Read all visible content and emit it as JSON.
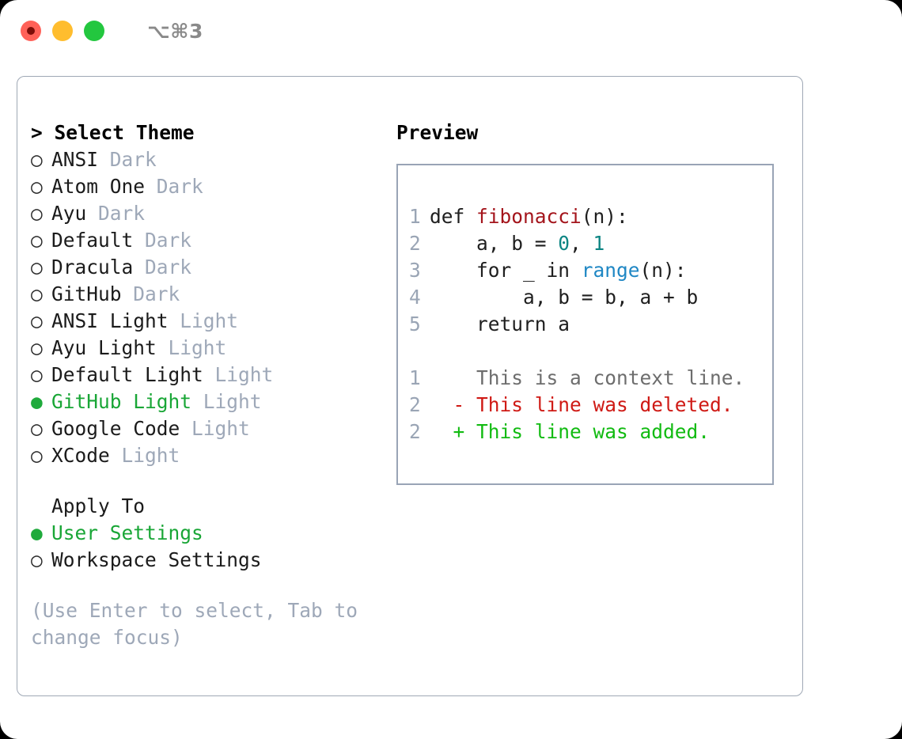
{
  "titlebar": {
    "shortcut": "⌥⌘3",
    "buttons": [
      {
        "name": "close-button",
        "color": "#ff6158"
      },
      {
        "name": "minimize-button",
        "color": "#ffbd2e"
      },
      {
        "name": "maximize-button",
        "color": "#23c73f"
      }
    ]
  },
  "theme_panel": {
    "header": "> Select Theme",
    "items": [
      {
        "bullet": "○",
        "name": "ANSI",
        "suffix": " Dark",
        "selected": false
      },
      {
        "bullet": "○",
        "name": "Atom One",
        "suffix": " Dark",
        "selected": false
      },
      {
        "bullet": "○",
        "name": "Ayu",
        "suffix": " Dark",
        "selected": false
      },
      {
        "bullet": "○",
        "name": "Default",
        "suffix": " Dark",
        "selected": false
      },
      {
        "bullet": "○",
        "name": "Dracula",
        "suffix": " Dark",
        "selected": false
      },
      {
        "bullet": "○",
        "name": "GitHub",
        "suffix": " Dark",
        "selected": false
      },
      {
        "bullet": "○",
        "name": "ANSI Light",
        "suffix": " Light",
        "selected": false
      },
      {
        "bullet": "○",
        "name": "Ayu Light",
        "suffix": " Light",
        "selected": false
      },
      {
        "bullet": "○",
        "name": "Default Light",
        "suffix": " Light",
        "selected": false
      },
      {
        "bullet": "●",
        "name": "GitHub Light",
        "suffix": " Light",
        "selected": true
      },
      {
        "bullet": "○",
        "name": "Google Code",
        "suffix": " Light",
        "selected": false
      },
      {
        "bullet": "○",
        "name": "XCode",
        "suffix": " Light",
        "selected": false
      }
    ]
  },
  "apply_to": {
    "title": "Apply To",
    "options": [
      {
        "bullet": "●",
        "label": "User Settings",
        "selected": true
      },
      {
        "bullet": "○",
        "label": "Workspace Settings",
        "selected": false
      }
    ]
  },
  "hint": "(Use Enter to select, Tab to change focus)",
  "preview": {
    "title": "Preview",
    "code_lines": [
      {
        "num": "1",
        "segments": [
          {
            "text": "def ",
            "kind": "plain"
          },
          {
            "text": "fibonacci",
            "kind": "fn"
          },
          {
            "text": "(n):",
            "kind": "plain"
          }
        ]
      },
      {
        "num": "2",
        "segments": [
          {
            "text": "    a, b = ",
            "kind": "plain"
          },
          {
            "text": "0",
            "kind": "num"
          },
          {
            "text": ", ",
            "kind": "plain"
          },
          {
            "text": "1",
            "kind": "num"
          }
        ]
      },
      {
        "num": "3",
        "segments": [
          {
            "text": "    for _ in ",
            "kind": "plain"
          },
          {
            "text": "range",
            "kind": "call"
          },
          {
            "text": "(n):",
            "kind": "plain"
          }
        ]
      },
      {
        "num": "4",
        "segments": [
          {
            "text": "        a, b = b, a + b",
            "kind": "plain"
          }
        ]
      },
      {
        "num": "5",
        "segments": [
          {
            "text": "    return a",
            "kind": "plain"
          }
        ]
      }
    ],
    "diff_lines": [
      {
        "num": "1",
        "marker": "  ",
        "text": "This is a context line.",
        "kind": "ctx"
      },
      {
        "num": "2",
        "marker": "- ",
        "text": "This line was deleted.",
        "kind": "del"
      },
      {
        "num": "2",
        "marker": "+ ",
        "text": "This line was added.",
        "kind": "add"
      }
    ]
  },
  "colors": {
    "accent_green": "#19a636",
    "muted": "#9ea8b8",
    "border": "#9fa8b5",
    "fn_red": "#a4151c",
    "num_teal": "#0d8583",
    "call_blue": "#1f87c4",
    "diff_del": "#cf1a15",
    "diff_add": "#12bb12"
  }
}
